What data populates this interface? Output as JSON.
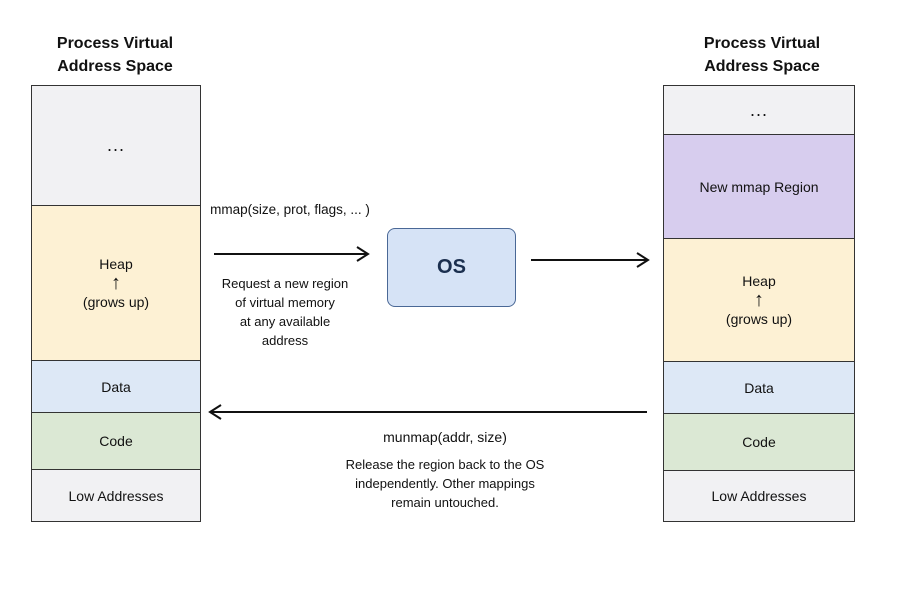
{
  "left": {
    "title_line1": "Process Virtual",
    "title_line2": "Address Space",
    "segments": {
      "top": "...",
      "heap_label": "Heap",
      "heap_arrow": "↑",
      "heap_note": "(grows up)",
      "data": "Data",
      "code": "Code",
      "low": "Low Addresses"
    }
  },
  "right": {
    "title_line1": "Process Virtual",
    "title_line2": "Address Space",
    "segments": {
      "top": "...",
      "mmap": "New mmap Region",
      "heap_label": "Heap",
      "heap_arrow": "↑",
      "heap_note": "(grows up)",
      "data": "Data",
      "code": "Code",
      "low": "Low Addresses"
    }
  },
  "os": {
    "label": "OS"
  },
  "mmap_call": {
    "signature": "mmap(size, prot, flags, ... )",
    "desc_line1": "Request a new region",
    "desc_line2": "of virtual memory",
    "desc_line3": "at any available",
    "desc_line4": "address"
  },
  "munmap_call": {
    "signature": "munmap(addr, size)",
    "desc_line1": "Release the region back to the OS",
    "desc_line2": "independently. Other mappings",
    "desc_line3": "remain untouched."
  },
  "colors": {
    "gray": "#f1f1f3",
    "heap": "#fdf1d4",
    "data": "#dde8f6",
    "code": "#dbe8d4",
    "mmap": "#d7cdee",
    "os": "#d6e3f6"
  }
}
